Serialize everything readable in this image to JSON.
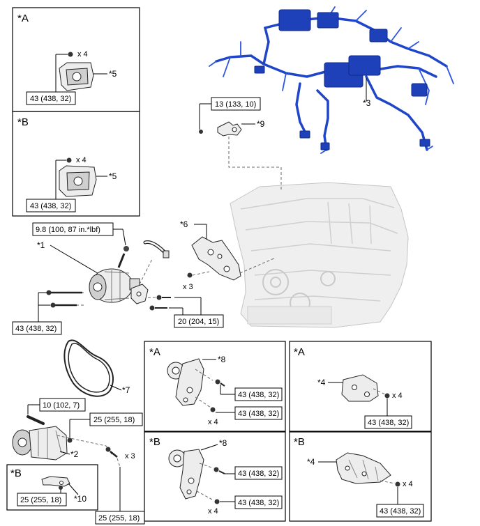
{
  "labels": {
    "p1": "*1",
    "p2": "*2",
    "p3": "*3",
    "p4": "*4",
    "p5": "*5",
    "p6": "*6",
    "p7": "*7",
    "p8": "*8",
    "p9": "*9",
    "p10": "*10"
  },
  "panel_titles": {
    "a": "*A",
    "b": "*B"
  },
  "qty": {
    "x3": "x 3",
    "x4": "x 4"
  },
  "torque": {
    "t43": "43 (438, 32)",
    "t13": "13 (133, 10)",
    "t98": "9.8 (100, 87 in.*lbf)",
    "t20": "20 (204, 15)",
    "t10": "10 (102, 7)",
    "t25": "25 (255, 18)"
  },
  "colors": {
    "harness": "#1f45c8",
    "part_fill": "#ededed",
    "engine_fill": "#efefef"
  }
}
